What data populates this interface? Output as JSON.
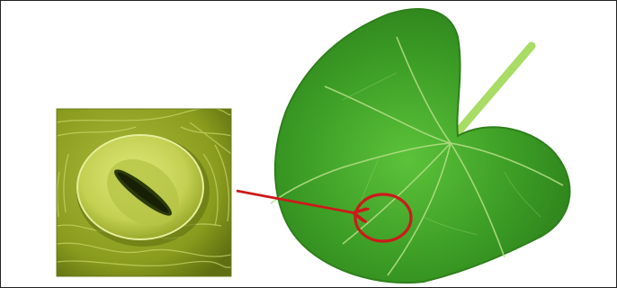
{
  "figure": {
    "components": [
      {
        "id": "stoma-micrograph",
        "icon": "stoma-icon"
      },
      {
        "id": "leaf-photo",
        "icon": "leaf-icon"
      },
      {
        "id": "highlight-circle",
        "icon": "circle-marker-icon"
      },
      {
        "id": "pointer-arrow",
        "icon": "arrow-left-icon"
      }
    ],
    "colors": {
      "frame_border": "#222222",
      "leaf_fill": "#3a9a24",
      "leaf_vein": "#b8e08a",
      "stem": "#a9dc64",
      "micrograph_bg": "#8fa21e",
      "guard_cell": "#c8d65a",
      "stoma_pore": "#2b3a08",
      "annotation_red": "#cc1a1a"
    }
  }
}
